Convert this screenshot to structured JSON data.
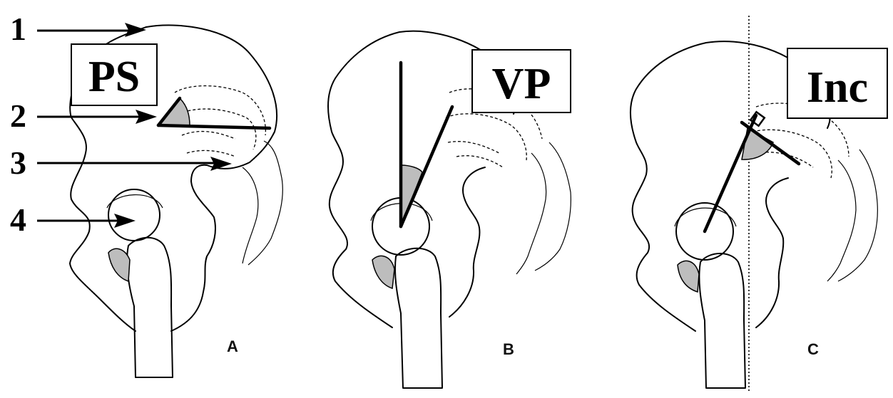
{
  "figure": {
    "markers": [
      "1",
      "2",
      "3",
      "4"
    ],
    "boxes": {
      "a": "PS",
      "b": "VP",
      "c": "Inc"
    },
    "panels": {
      "a": "A",
      "b": "B",
      "c": "C"
    }
  }
}
